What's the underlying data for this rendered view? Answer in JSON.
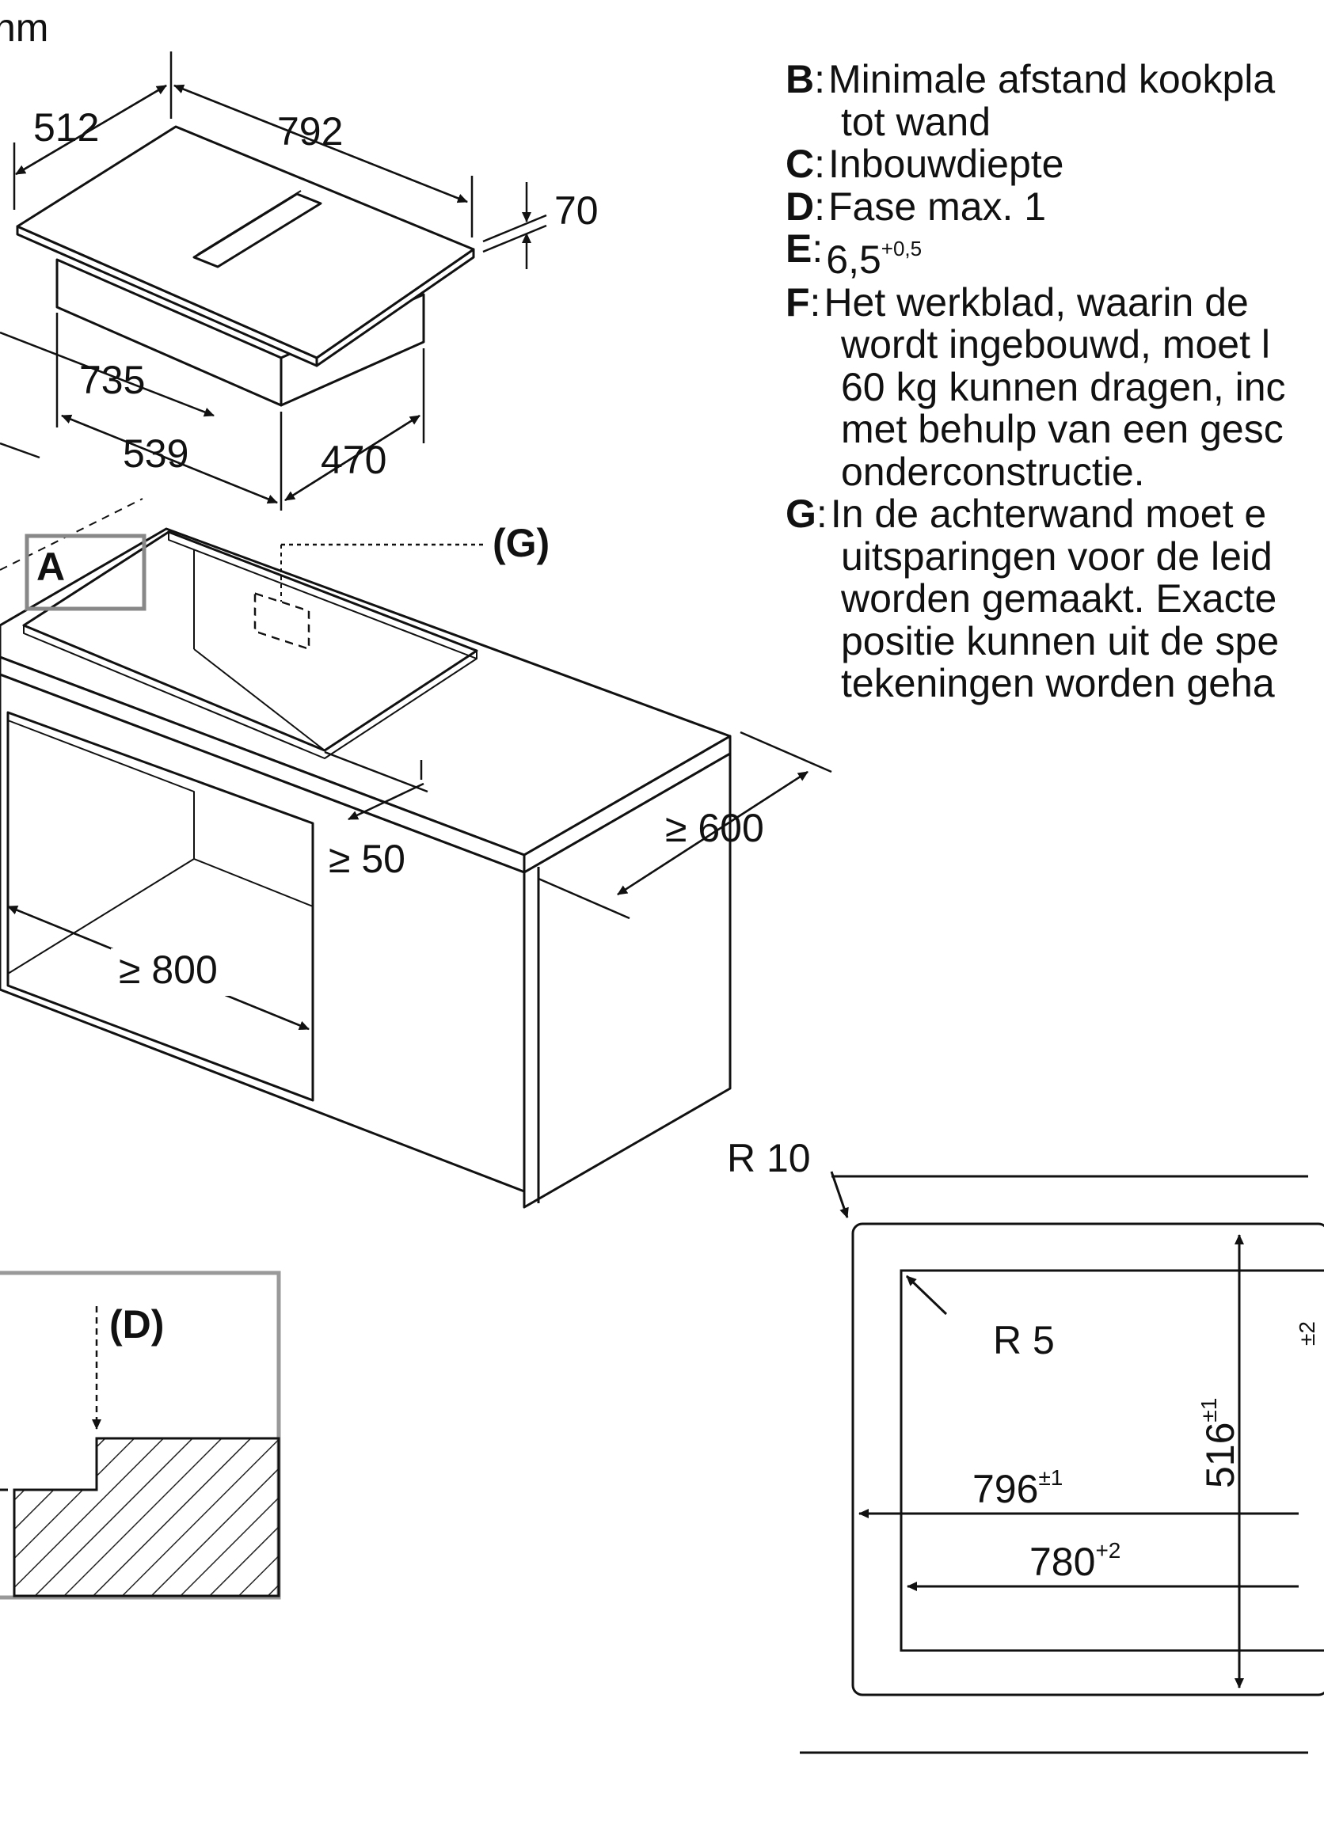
{
  "unit_label": "nm",
  "hob": {
    "width": "792",
    "depth": "512",
    "height": "70",
    "box_width": "735",
    "box_depth": "470",
    "box_offset": "539"
  },
  "cabinet": {
    "detail_label": "A",
    "recess_label": "(G)",
    "front_gap": "≥ 50",
    "depth_min": "≥ 600",
    "width_min": "≥ 800"
  },
  "detail": {
    "label": "(D)"
  },
  "cutout": {
    "outer_radius": "R 10",
    "inner_radius": "R 5",
    "outer_width": "796",
    "outer_width_tol": "±1",
    "inner_width": "780",
    "inner_width_tol": "+2",
    "height": "516",
    "height_tol": "±1",
    "right_clip": "±2"
  },
  "legend": [
    {
      "key": "B",
      "lines": [
        "Minimale afstand kookpla",
        "tot wand"
      ]
    },
    {
      "key": "C",
      "lines": [
        "Inbouwdiepte"
      ]
    },
    {
      "key": "D",
      "lines": [
        "Fase max. 1"
      ]
    },
    {
      "key": "E",
      "lines": [
        "6,5"
      ],
      "sup": "+0,5"
    },
    {
      "key": "F",
      "lines": [
        "Het werkblad, waarin de",
        "wordt ingebouwd, moet l",
        "60 kg kunnen dragen, inc",
        "met behulp van een gesc",
        "onderconstructie."
      ]
    },
    {
      "key": "G",
      "lines": [
        "In de achterwand moet e",
        "uitsparingen voor de leid",
        "worden gemaakt. Exacte",
        "positie kunnen uit de spe",
        "tekeningen worden geha"
      ]
    }
  ]
}
